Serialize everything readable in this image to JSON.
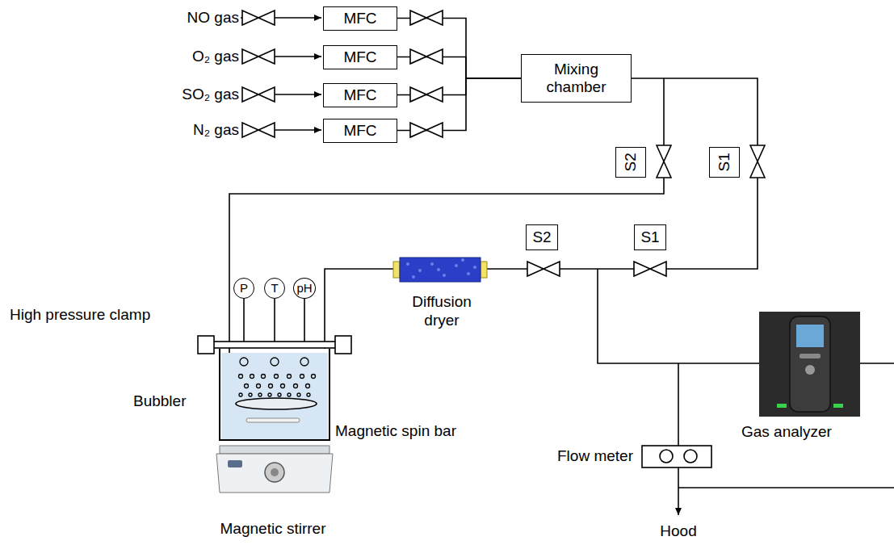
{
  "diagram": {
    "nodes": [
      {
        "text": [
          "MFC"
        ]
      },
      {
        "text": [
          "MFC"
        ]
      },
      {
        "text": [
          "MFC"
        ]
      },
      {
        "text": [
          "MFC"
        ]
      },
      {
        "text": [
          "Mixing chamber"
        ]
      },
      {
        "text": [
          "S2"
        ]
      },
      {
        "text": [
          "S1"
        ]
      },
      {
        "text": [
          "S2"
        ]
      },
      {
        "text": [
          "S1"
        ]
      },
      {
        "text": [
          "P"
        ]
      },
      {
        "text": [
          "T"
        ]
      },
      {
        "text": [
          "pH"
        ]
      }
    ],
    "edges": [
      {
        "from": 0,
        "to": 4,
        "arrow": "none"
      },
      {
        "from": 1,
        "to": 4,
        "arrow": "none"
      },
      {
        "from": 2,
        "to": 4,
        "arrow": "none"
      },
      {
        "from": 3,
        "to": 4,
        "arrow": "none"
      }
    ],
    "labels": [
      "NO gas",
      "O₂ gas",
      "SO₂ gas",
      "N₂ gas",
      "High pressure clamp",
      "Diffusion dryer",
      "Bubbler",
      "Magnetic spin bar",
      "Gas analyzer",
      "Flow meter",
      "Magnetic stirrer",
      "Hood"
    ]
  }
}
